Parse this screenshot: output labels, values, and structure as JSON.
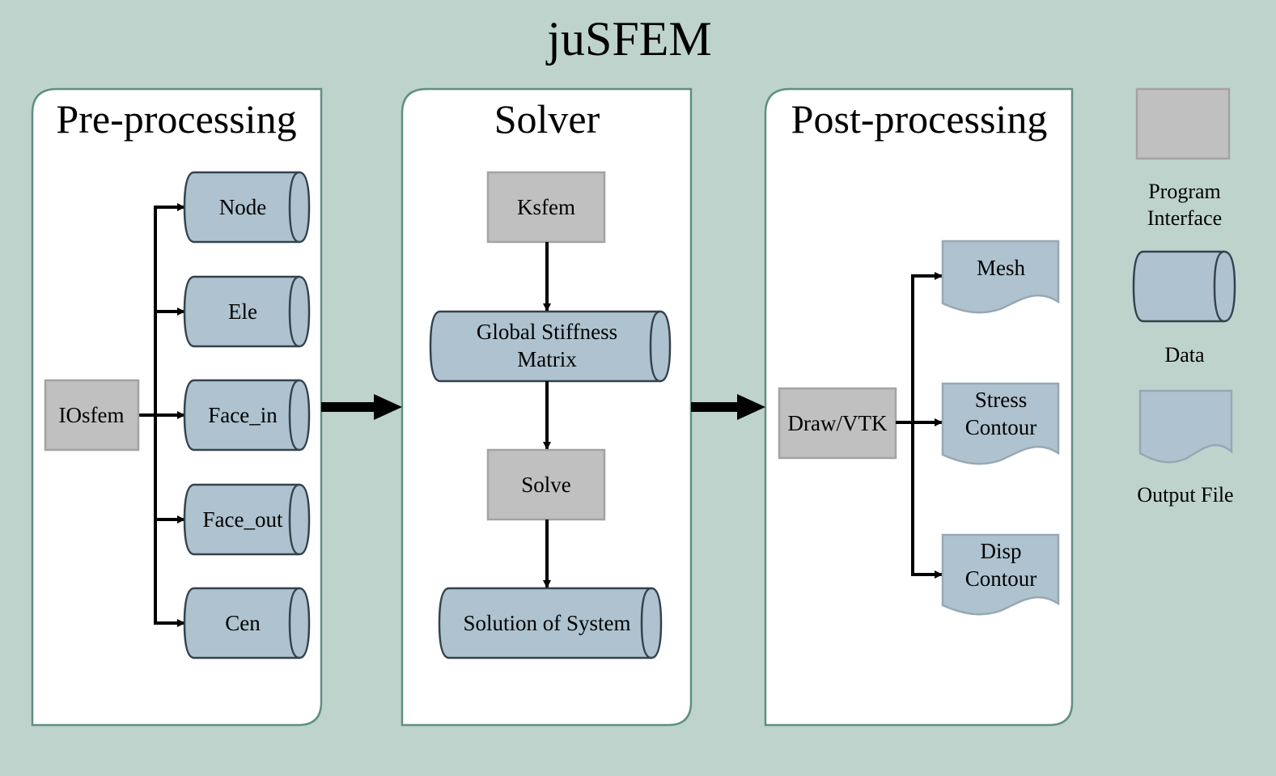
{
  "title": "juSFEM",
  "colors": {
    "background": "#bed3cc",
    "panel": "#ffffff",
    "panel_border": "#5f8f84",
    "program_interface": "#c0c0c0",
    "data_fill": "#aec3cf",
    "arrow": "#000000"
  },
  "panels": {
    "pre": {
      "title": "Pre-processing",
      "source": "IOsfem",
      "outputs": [
        "Node",
        "Ele",
        "Face_in",
        "Face_out",
        "Cen"
      ]
    },
    "solver": {
      "title": "Solver",
      "ksfem": "Ksfem",
      "global_line1": "Global Stiffness",
      "global_line2": "Matrix",
      "solve": "Solve",
      "solution": "Solution of System"
    },
    "post": {
      "title": "Post-processing",
      "source": "Draw/VTK",
      "mesh": "Mesh",
      "stress_line1": "Stress",
      "stress_line2": "Contour",
      "disp_line1": "Disp",
      "disp_line2": "Contour"
    }
  },
  "legend": {
    "program_line1": "Program",
    "program_line2": "Interface",
    "data": "Data",
    "output": "Output File"
  }
}
